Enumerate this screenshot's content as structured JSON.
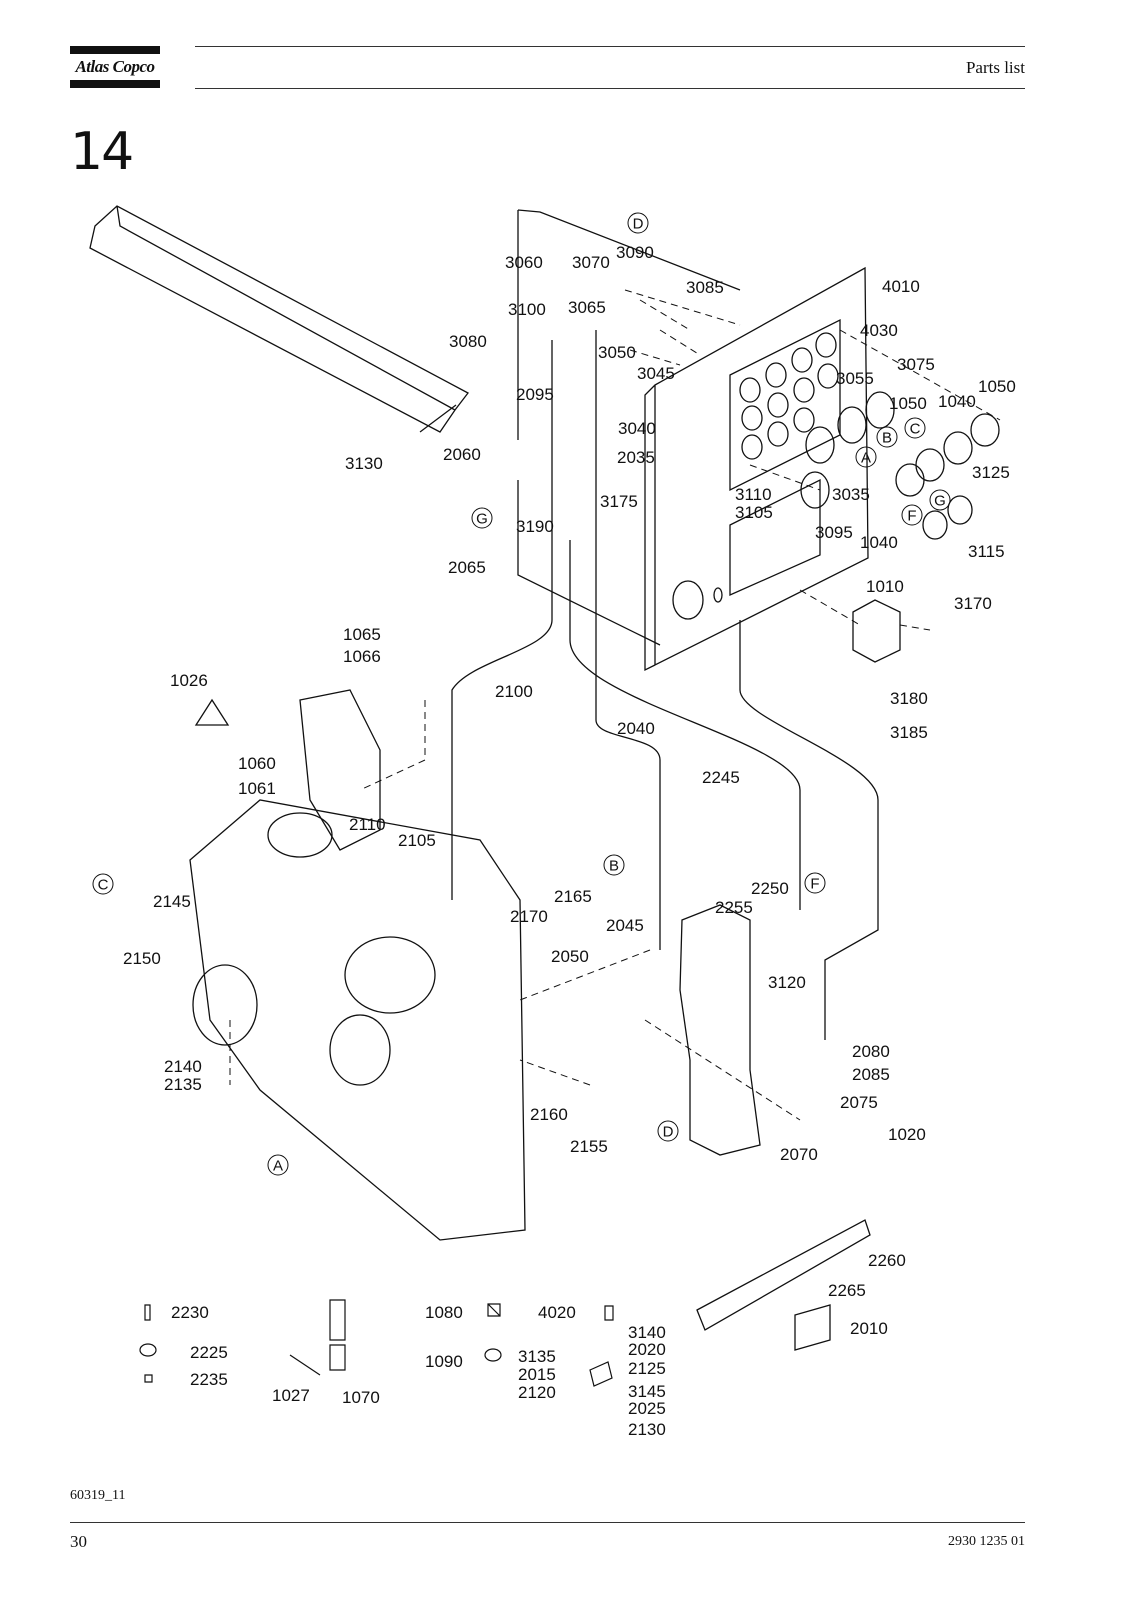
{
  "header": {
    "brand": "Atlas Copco",
    "title": "Parts list"
  },
  "section_number": "14",
  "figure_code": "60319_11",
  "footer": {
    "page_number": "30",
    "document_number": "2930 1235 01"
  },
  "callout_letters": [
    "A",
    "B",
    "C",
    "D",
    "F",
    "G"
  ],
  "part_labels": [
    "3060",
    "3070",
    "3090",
    "3085",
    "4010",
    "4030",
    "3100",
    "3065",
    "3080",
    "3050",
    "3045",
    "3075",
    "3055",
    "1050",
    "1040",
    "1050",
    "2095",
    "3040",
    "2060",
    "2035",
    "3130",
    "3175",
    "3110",
    "3105",
    "3035",
    "3125",
    "3190",
    "3095",
    "1040",
    "3115",
    "2065",
    "1010",
    "3170",
    "1065",
    "1066",
    "3180",
    "1026",
    "2100",
    "3185",
    "2040",
    "1060",
    "1061",
    "2245",
    "2110",
    "2105",
    "2165",
    "2250",
    "2145",
    "2170",
    "2255",
    "2045",
    "2150",
    "2050",
    "3120",
    "2140",
    "2080",
    "2135",
    "2085",
    "2075",
    "2160",
    "1020",
    "2155",
    "2070",
    "2260",
    "2230",
    "2265",
    "1080",
    "4020",
    "2010",
    "2225",
    "3140",
    "2020",
    "1090",
    "3135",
    "2125",
    "2235",
    "2015",
    "3145",
    "2120",
    "2025",
    "1027",
    "1070",
    "2130"
  ]
}
